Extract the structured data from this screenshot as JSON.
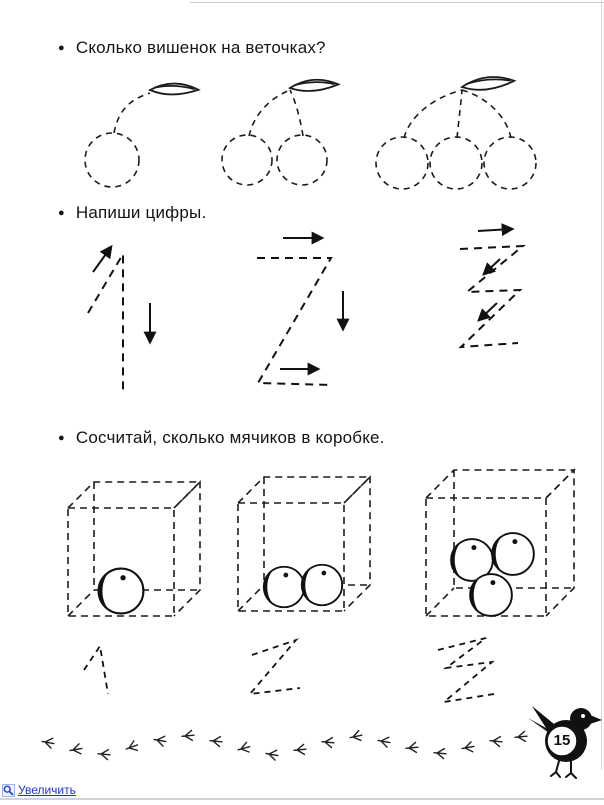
{
  "page": {
    "bullet": "●",
    "number": "15",
    "tasks": [
      {
        "title": "Сколько вишенок на веточках?",
        "illustration": "cherry-branches-dashed",
        "cherry_counts": [
          1,
          2,
          3
        ]
      },
      {
        "title": "Напиши цифры.",
        "illustration": "traceable-numerals-with-stroke-arrows",
        "numerals": [
          "1",
          "2",
          "3"
        ]
      },
      {
        "title": "Сосчитай, сколько мячиков в коробке.",
        "illustration": "dashed-boxes-with-balls",
        "ball_counts": [
          1,
          2,
          3
        ],
        "numerals": [
          "1",
          "2",
          "3"
        ]
      }
    ],
    "decorations": [
      "bird-footprints-trail",
      "bird-mascot"
    ]
  },
  "footer_link": {
    "label": "Увеличить"
  },
  "colors": {
    "ink": "#1a1a1a",
    "link": "#2036c8",
    "paper": "#ffffff"
  }
}
